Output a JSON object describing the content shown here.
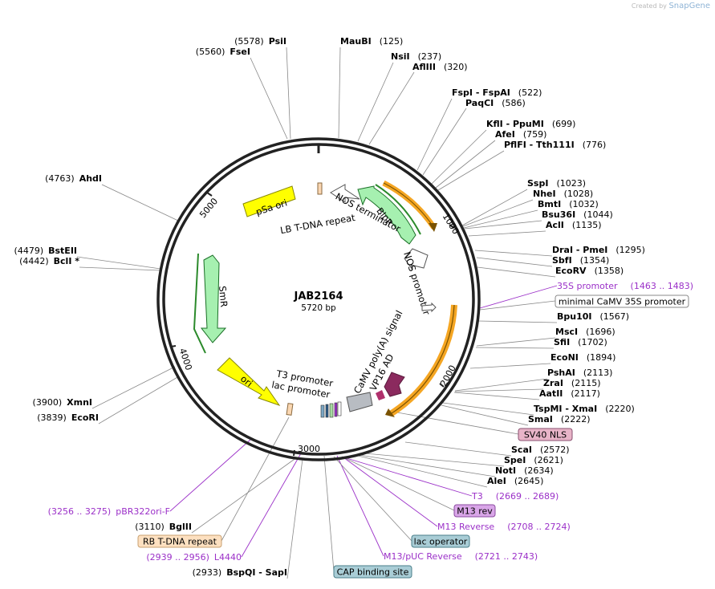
{
  "credit": {
    "prefix": "Created by",
    "brand": "SnapGene"
  },
  "plasmid": {
    "name": "JAB2164",
    "length": "5720 bp"
  },
  "backbone_ticks": [
    {
      "label": "1000",
      "bp": 1000
    },
    {
      "label": "2000",
      "bp": 2000
    },
    {
      "label": "3000",
      "bp": 3000
    },
    {
      "label": "4000",
      "bp": 4000
    },
    {
      "label": "5000",
      "bp": 5000
    }
  ],
  "features": [
    {
      "name": "BlpR",
      "kind": "gene"
    },
    {
      "name": "NOS terminator",
      "kind": "terminator"
    },
    {
      "name": "NOS promoter",
      "kind": "promoter"
    },
    {
      "name": "CaMV poly(A) signal",
      "kind": "polyA"
    },
    {
      "name": "VP16 AD",
      "kind": "domain"
    },
    {
      "name": "T3 promoter",
      "kind": "promoter"
    },
    {
      "name": "lac promoter",
      "kind": "promoter"
    },
    {
      "name": "ori",
      "kind": "origin"
    },
    {
      "name": "SmR",
      "kind": "gene"
    },
    {
      "name": "pSa ori",
      "kind": "origin"
    },
    {
      "name": "LB T-DNA repeat",
      "kind": "repeat"
    }
  ],
  "sites": [
    {
      "enzyme": "MauBI",
      "pos": "(125)"
    },
    {
      "enzyme": "NsiI",
      "pos": "(237)"
    },
    {
      "enzyme": "AflIII",
      "pos": "(320)"
    },
    {
      "enzyme": "FspI - FspAI",
      "pos": "(522)"
    },
    {
      "enzyme": "PaqCI",
      "pos": "(586)"
    },
    {
      "enzyme": "KflI - PpuMI",
      "pos": "(699)"
    },
    {
      "enzyme": "AfeI",
      "pos": "(759)"
    },
    {
      "enzyme": "PflFI - Tth111I",
      "pos": "(776)"
    },
    {
      "enzyme": "SspI",
      "pos": "(1023)"
    },
    {
      "enzyme": "NheI",
      "pos": "(1028)"
    },
    {
      "enzyme": "BmtI",
      "pos": "(1032)"
    },
    {
      "enzyme": "Bsu36I",
      "pos": "(1044)"
    },
    {
      "enzyme": "AclI",
      "pos": "(1135)"
    },
    {
      "enzyme": "DraI - PmeI",
      "pos": "(1295)"
    },
    {
      "enzyme": "SbfI",
      "pos": "(1354)"
    },
    {
      "enzyme": "EcoRV",
      "pos": "(1358)"
    },
    {
      "enzyme": "Bpu10I",
      "pos": "(1567)"
    },
    {
      "enzyme": "MscI",
      "pos": "(1696)"
    },
    {
      "enzyme": "SfiI",
      "pos": "(1702)"
    },
    {
      "enzyme": "EcoNI",
      "pos": "(1894)"
    },
    {
      "enzyme": "PshAI",
      "pos": "(2113)"
    },
    {
      "enzyme": "ZraI",
      "pos": "(2115)"
    },
    {
      "enzyme": "AatII",
      "pos": "(2117)"
    },
    {
      "enzyme": "TspMI - XmaI",
      "pos": "(2220)"
    },
    {
      "enzyme": "SmaI",
      "pos": "(2222)"
    },
    {
      "enzyme": "ScaI",
      "pos": "(2572)"
    },
    {
      "enzyme": "SpeI",
      "pos": "(2621)"
    },
    {
      "enzyme": "NotI",
      "pos": "(2634)"
    },
    {
      "enzyme": "AleI",
      "pos": "(2645)"
    },
    {
      "enzyme": "PsiI",
      "pos": "(5578)"
    },
    {
      "enzyme": "FseI",
      "pos": "(5560)"
    },
    {
      "enzyme": "AhdI",
      "pos": "(4763)"
    },
    {
      "enzyme": "BstEII",
      "pos": "(4479)"
    },
    {
      "enzyme": "BclI *",
      "pos": "(4442)"
    },
    {
      "enzyme": "XmnI",
      "pos": "(3900)"
    },
    {
      "enzyme": "EcoRI",
      "pos": "(3839)"
    },
    {
      "enzyme": "BglII",
      "pos": "(3110)"
    },
    {
      "enzyme": "BspQI - SapI",
      "pos": "(2933)"
    }
  ],
  "primers": [
    {
      "name": "35S promoter",
      "pos": "(1463 .. 1483)"
    },
    {
      "name": "T3",
      "pos": "(2669 .. 2689)"
    },
    {
      "name": "M13 Reverse",
      "pos": "(2708 .. 2724)"
    },
    {
      "name": "M13/pUC Reverse",
      "pos": "(2721 .. 2743)"
    },
    {
      "name": "pBR322ori-F",
      "pos": "(3256 .. 3275)"
    },
    {
      "name": "L4440",
      "pos": "(2939 .. 2956)"
    }
  ],
  "boxed": [
    {
      "name": "minimal CaMV 35S promoter",
      "fill": "#ffffff",
      "stroke": "#888888"
    },
    {
      "name": "SV40 NLS",
      "fill": "#e8b4c8",
      "stroke": "#8a5070"
    },
    {
      "name": "M13 rev",
      "fill": "#d9a6e8",
      "stroke": "#8a4aa0"
    },
    {
      "name": "lac operator",
      "fill": "#a9cdd6",
      "stroke": "#4a7f8a"
    },
    {
      "name": "RB T-DNA repeat",
      "fill": "#fde0c0",
      "stroke": "#c8a070"
    },
    {
      "name": "CAP binding site",
      "fill": "#a9cdd6",
      "stroke": "#4a7f8a"
    }
  ],
  "colors": {
    "enzyme": "#000000",
    "position": "#000000",
    "primer": "#9b30c8",
    "leader": "#888888",
    "backbone": "#222222",
    "orange": "#f5a623",
    "green": "#a6f0b0",
    "yellow": "#ffff00",
    "purple_feature": "#8b2a5e",
    "gray_feature": "#b8bcc2"
  }
}
